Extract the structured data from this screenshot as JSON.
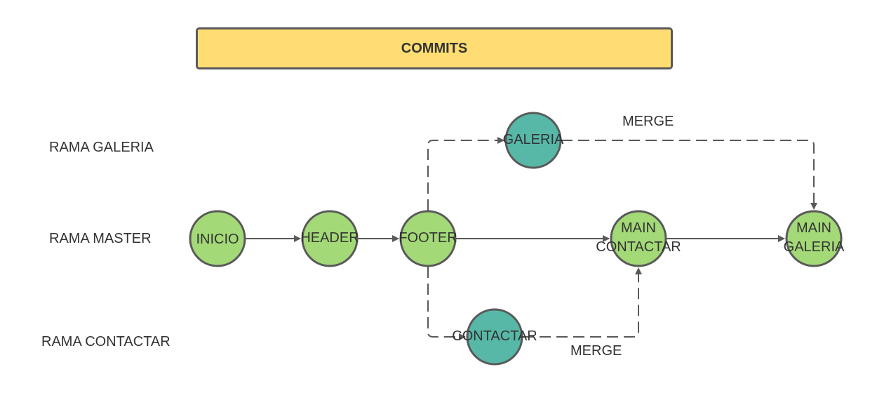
{
  "title": "COMMITS",
  "colors": {
    "title_fill": "#ffdd73",
    "master_node": "#a3d977",
    "branch_node": "#57b8a7",
    "stroke": "#595959",
    "text": "#333333"
  },
  "lanes": {
    "galeria": "RAMA GALERIA",
    "master": "RAMA MASTER",
    "contactar": "RAMA CONTACTAR"
  },
  "nodes": {
    "inicio": [
      "INICIO"
    ],
    "header": [
      "HEADER"
    ],
    "footer": [
      "FOOTER"
    ],
    "galeria": [
      "GALERIA"
    ],
    "contactar": [
      "CONTACTAR"
    ],
    "main_contactar": [
      "MAIN",
      "CONTACTAR"
    ],
    "main_galeria": [
      "MAIN",
      "GALERIA"
    ]
  },
  "merge_labels": {
    "galeria": "MERGE",
    "contactar": "MERGE"
  }
}
